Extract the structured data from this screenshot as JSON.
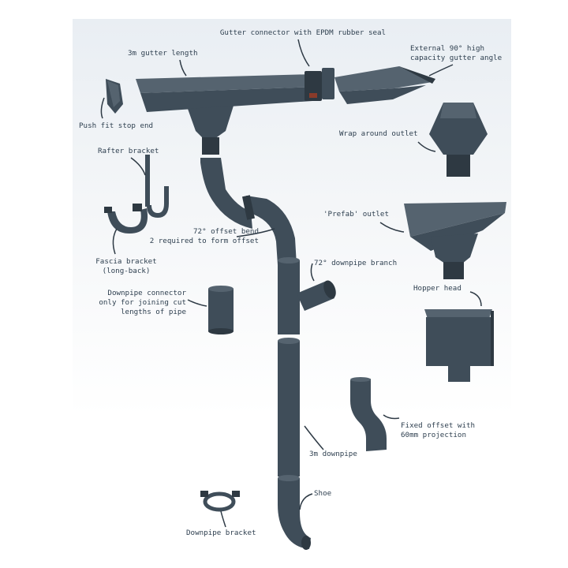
{
  "labels": {
    "gutter_connector": "Gutter connector with EPDM rubber seal",
    "gutter_length": "3m gutter length",
    "external_angle": "External 90° high\ncapacity gutter angle",
    "stop_end": "Push fit stop end",
    "wrap_outlet": "Wrap around outlet",
    "rafter_bracket": "Rafter bracket",
    "prefab_outlet": "'Prefab' outlet",
    "offset_bend": "72° offset bend\n2 required to form offset",
    "fascia_bracket": "Fascia bracket\n(long-back)",
    "downpipe_branch": "72° downpipe branch",
    "downpipe_connector": "Downpipe connector\nonly for joining cut\nlengths of pipe",
    "hopper_head": "Hopper head",
    "fixed_offset": "Fixed offset with\n60mm projection",
    "downpipe": "3m downpipe",
    "shoe": "Shoe",
    "downpipe_bracket": "Downpipe bracket"
  },
  "colors": {
    "product": "#3f4d59",
    "label_text": "#2f4050",
    "background": "#eef2f5"
  }
}
